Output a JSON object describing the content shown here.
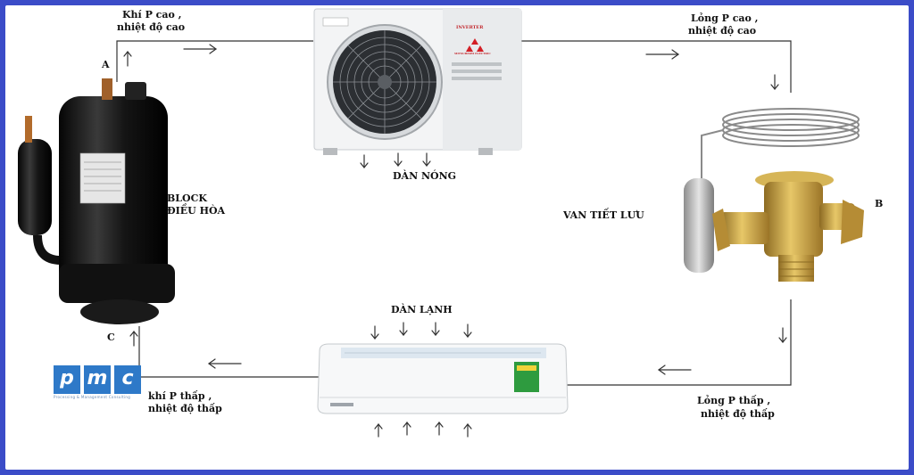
{
  "labels": {
    "a": "A",
    "b": "B",
    "c": "C",
    "hot_gas": [
      "Khí P cao ,",
      "nhiệt độ cao"
    ],
    "hot_liquid": [
      "Lỏng P cao ,",
      "nhiệt độ cao"
    ],
    "cold_liquid": [
      "Lỏng P thấp ,",
      "nhiệt độ thấp"
    ],
    "cold_gas": [
      "khí P thấp ,",
      "nhiệt độ thấp"
    ],
    "condenser": "DÀN NÓNG",
    "evaporator": "DÀN LẠNH",
    "compressor": [
      "BLOCK",
      "ĐIỀU HÒA"
    ],
    "valve": "VAN TIẾT LƯU"
  },
  "outdoor_unit": {
    "brand": "INVERTER",
    "label_plate": "MITSUBISHI ELECTRIC"
  },
  "logo": {
    "letters": [
      "p",
      "m",
      "c"
    ],
    "tagline": "Processing & Management Consulting"
  },
  "colors": {
    "border": "#3b4cc8",
    "line": "#333333",
    "logo_blue": "#2e79c8",
    "brass": "#c9a24a",
    "compressor_black": "#1c1c1c"
  }
}
